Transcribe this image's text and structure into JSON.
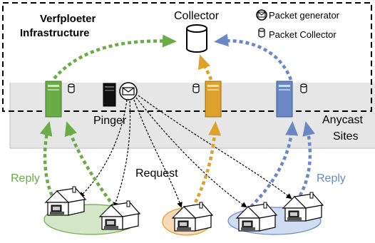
{
  "infrastructure_label": [
    "Verfploeter",
    "Infrastructure"
  ],
  "collector_label": "Collector",
  "legend": {
    "packet_generator": "Packet generator",
    "packet_collector": "Packet Collector"
  },
  "pinger_label": "Pinger",
  "anycast_label": [
    "Anycast",
    "Sites"
  ],
  "request_label": "Request",
  "reply_left_label": "Reply",
  "reply_right_label": "Reply",
  "colors": {
    "green": "#6aac45",
    "orange": "#dea12c",
    "blue": "#6a89c4",
    "band": "#e6e6e6",
    "green_fill": "#d3e7c8",
    "orange_fill": "#f7d9b7",
    "blue_fill": "#d0dcf1"
  }
}
